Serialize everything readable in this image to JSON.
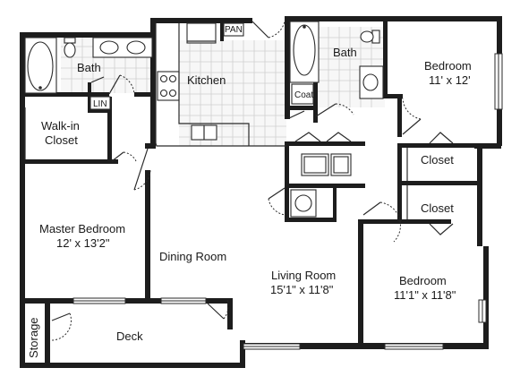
{
  "rooms": {
    "bath_left": "Bath",
    "lin": "LIN",
    "kitchen": "Kitchen",
    "pan": "PAN",
    "bath_right": "Bath",
    "coat": "Coat",
    "bedroom_top_name": "Bedroom",
    "bedroom_top_size": "11' x 12'",
    "walkin_line1": "Walk-in",
    "walkin_line2": "Closet",
    "master_name": "Master Bedroom",
    "master_size": "12' x 13'2\"",
    "dining": "Dining Room",
    "living_name": "Living Room",
    "living_size": "15'1\" x 11'8\"",
    "closet_upper": "Closet",
    "closet_lower": "Closet",
    "bedroom_right_name": "Bedroom",
    "bedroom_right_size": "11'1\" x 11'8\"",
    "storage": "Storage",
    "deck": "Deck"
  }
}
